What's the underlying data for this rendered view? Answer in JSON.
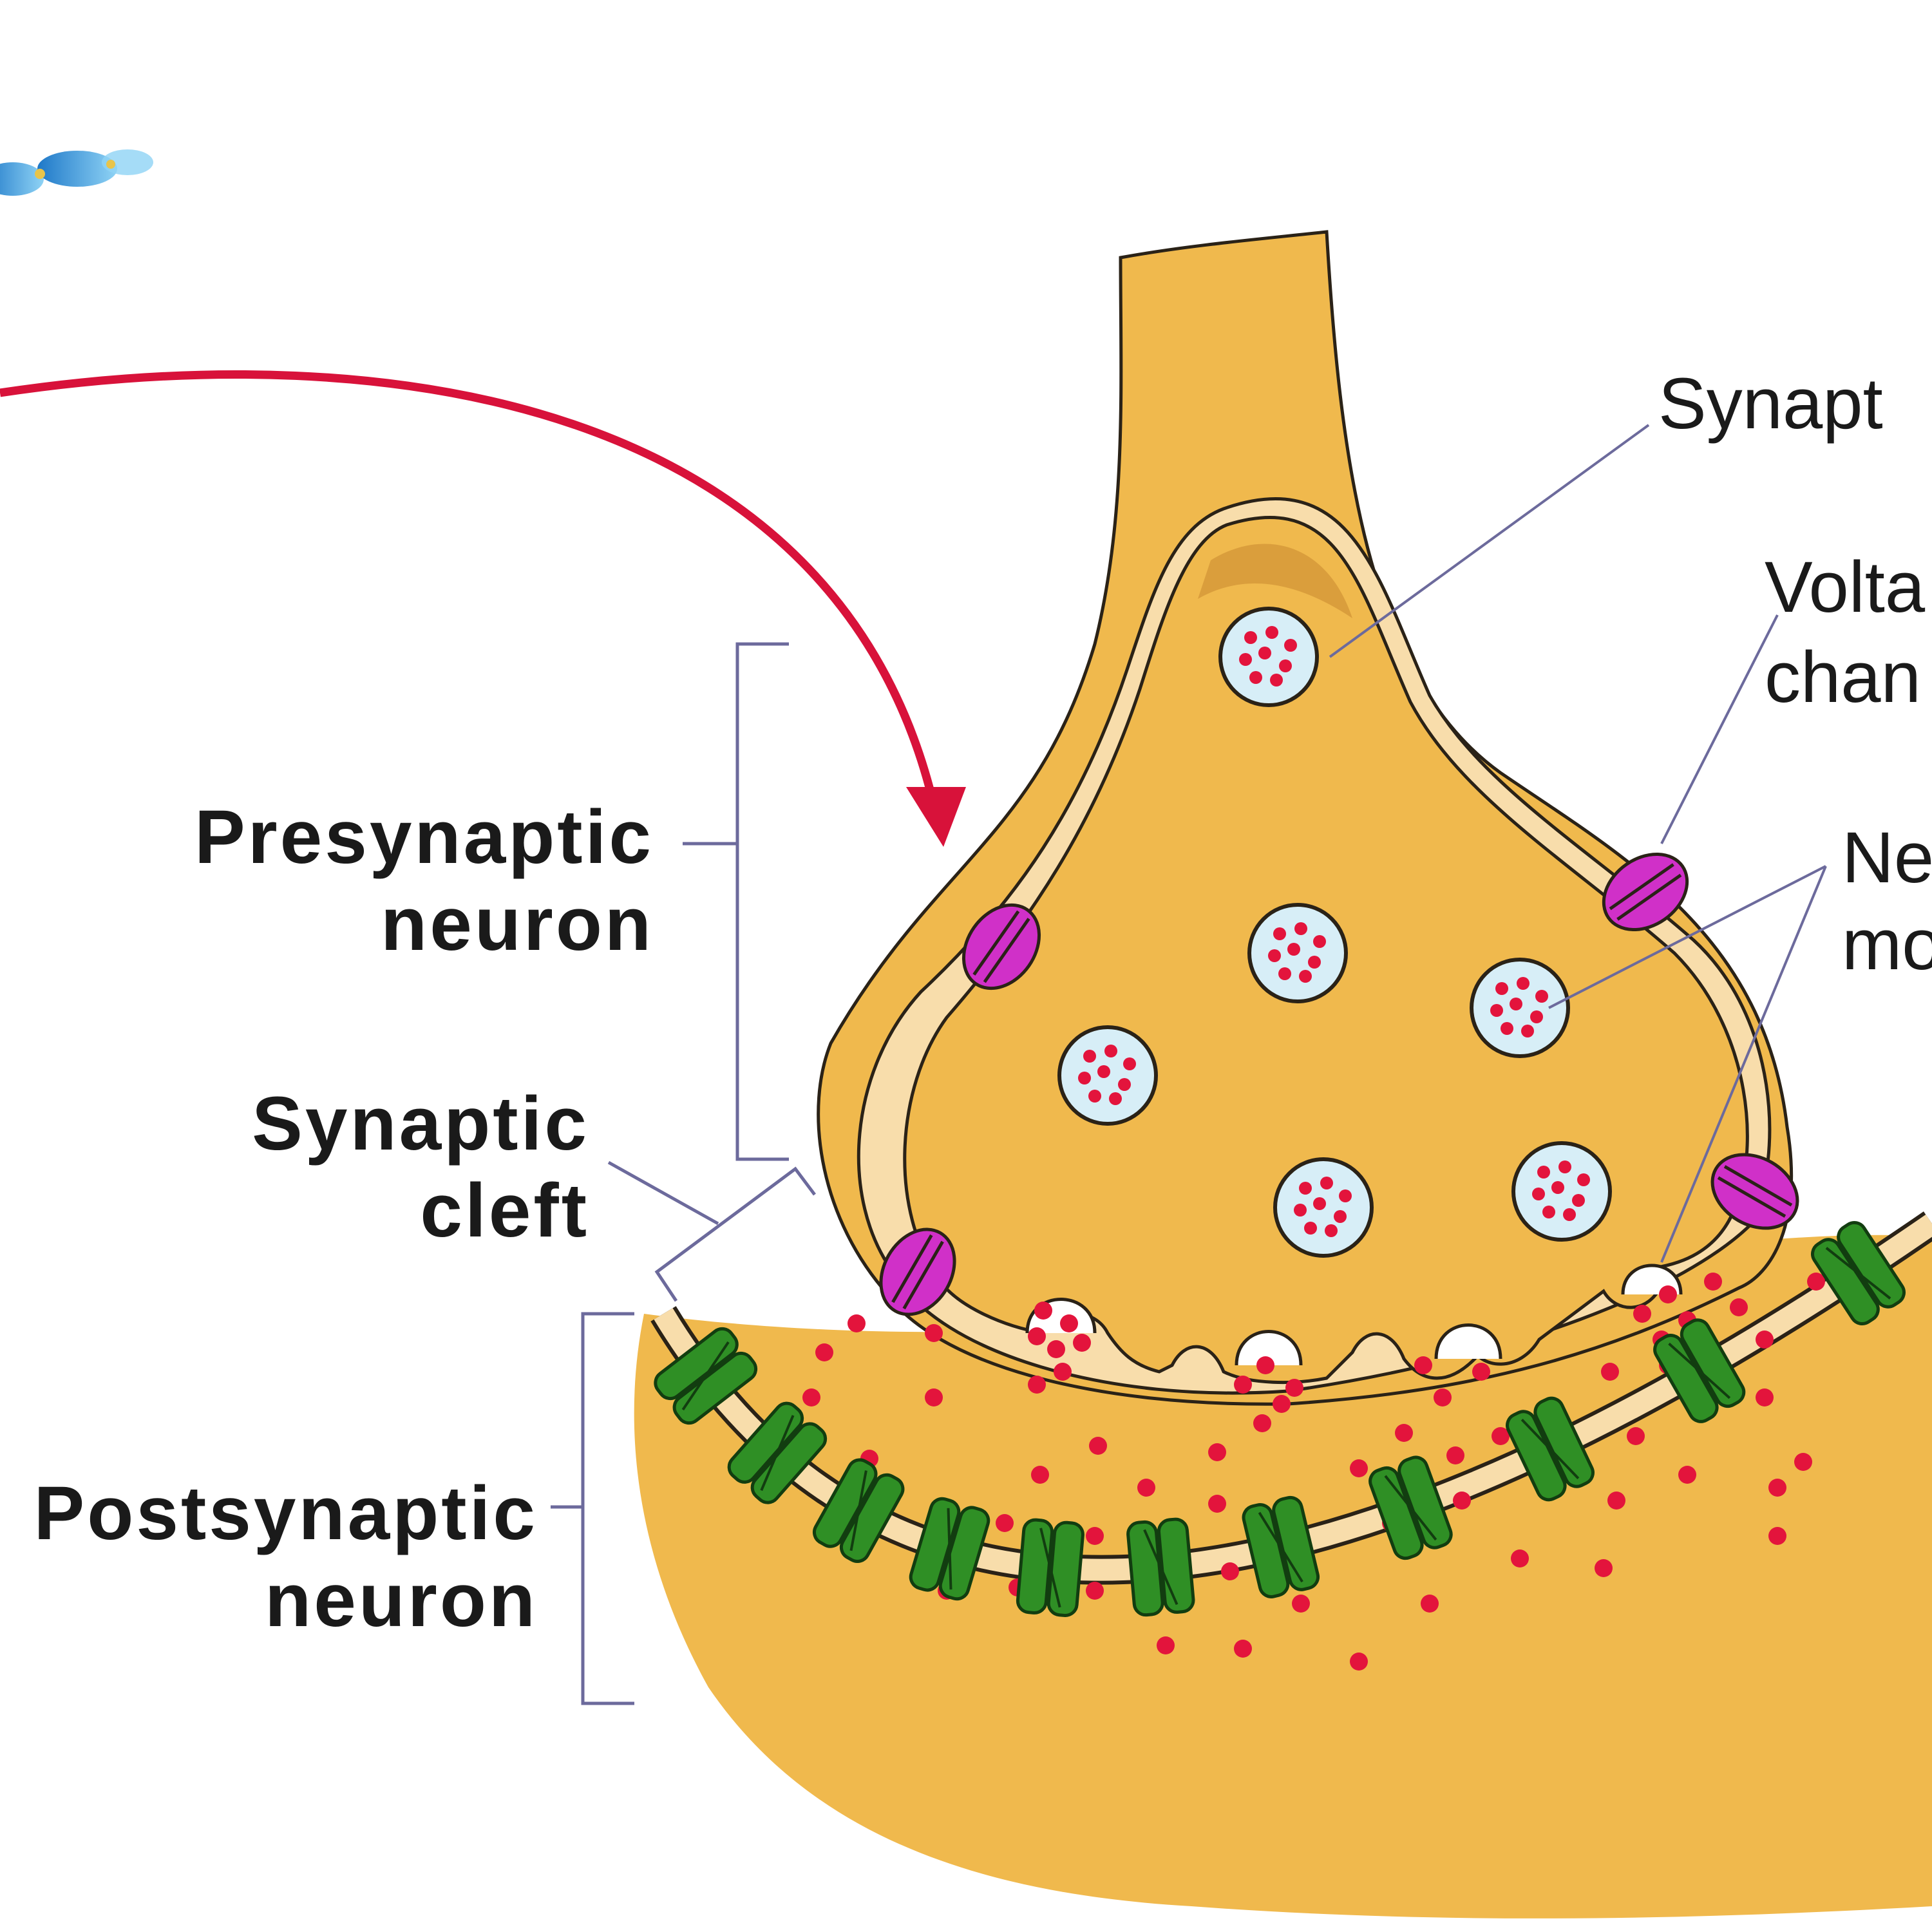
{
  "labels": {
    "presynaptic": {
      "line1": "Presynaptic",
      "line2": "neuron"
    },
    "cleft": {
      "line1": "Synaptic",
      "line2": "cleft"
    },
    "postsynaptic": {
      "line1": "Postsynaptic",
      "line2": "neuron"
    },
    "vesicles": "Synapt",
    "voltage_channels": {
      "line1": "Volta",
      "line2": "chan"
    },
    "neurotransmitter": {
      "line1": "Ne",
      "line2": "mo"
    }
  },
  "colors": {
    "cytoplasm": "#f0b94d",
    "membrane": "#f8ddab",
    "outline": "#2a2217",
    "vesicle_fill": "#d7eef7",
    "neurotransmitter": "#e3143c",
    "voltage_channel": "#d030c8",
    "receptor": "#2f8f25",
    "action_arrow": "#d8123a",
    "leader_line": "#6c6a9c",
    "axon_icon": "#3a9be0"
  },
  "icons": {
    "axon": "myelinated-axon-icon",
    "arrow": "action-potential-arrow",
    "channel": "voltage-gated-channel-icon",
    "receptor": "receptor-channel-icon"
  }
}
